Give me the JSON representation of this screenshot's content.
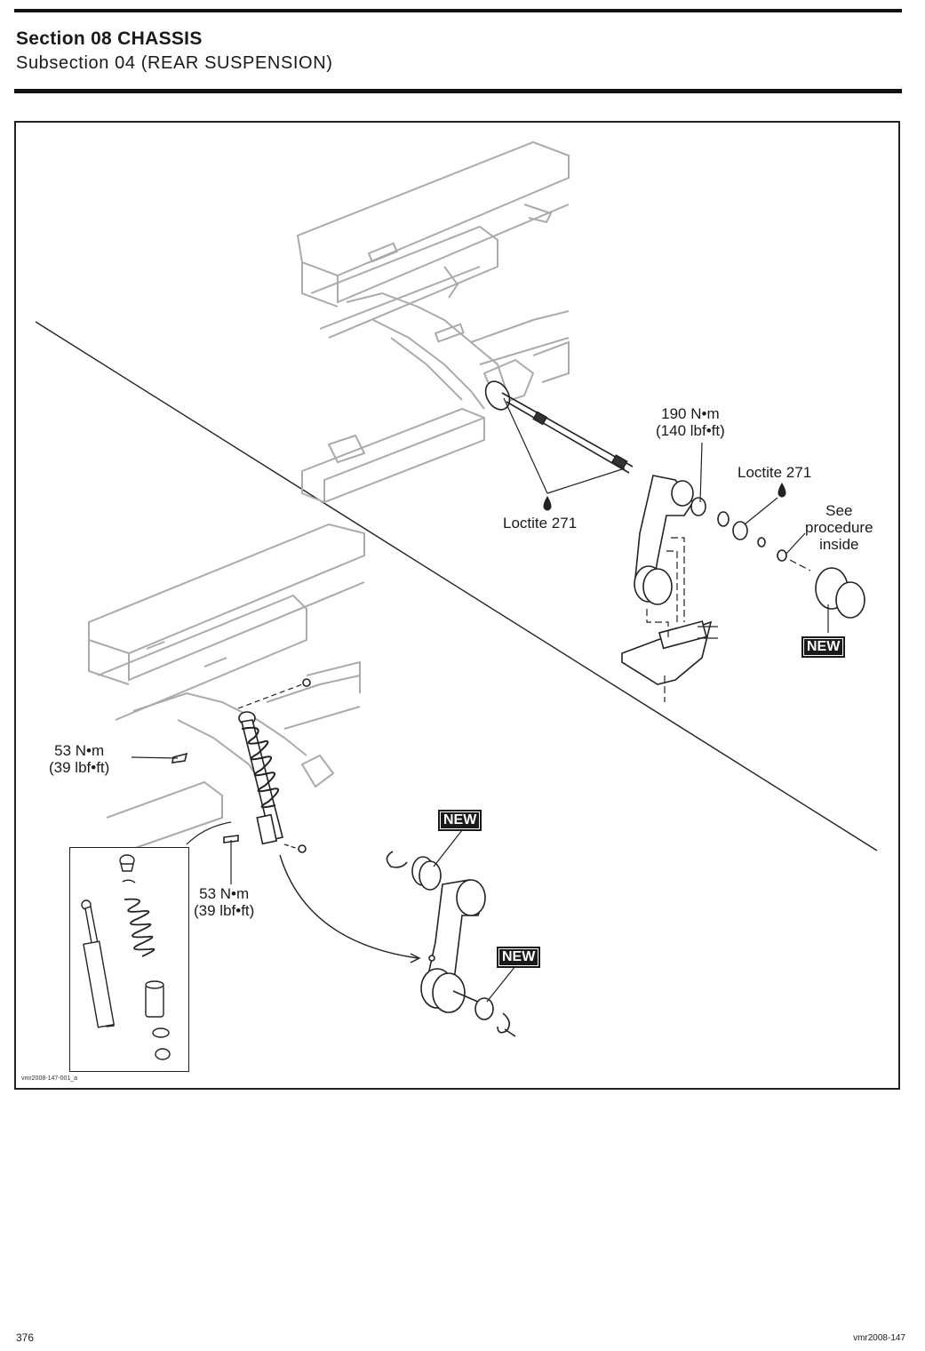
{
  "header": {
    "section": "Section 08 CHASSIS",
    "subsection": "Subsection 04 (REAR SUSPENSION)"
  },
  "figure": {
    "torque_upper_nm": "190 N•m",
    "torque_upper_lbf": "(140 lbf•ft)",
    "loctite_right": "Loctite 271",
    "loctite_left": "Loctite 271",
    "see_procedure_line1": "See",
    "see_procedure_line2": "procedure",
    "see_procedure_line3": "inside",
    "new_badge_1": "NEW",
    "new_badge_2": "NEW",
    "new_badge_3": "NEW",
    "torque_shock_upper_nm": "53 N•m",
    "torque_shock_upper_lbf": "(39 lbf•ft)",
    "torque_shock_lower_nm": "53 N•m",
    "torque_shock_lower_lbf": "(39 lbf•ft)",
    "image_id": "vmr2008-147-001_a"
  },
  "footer": {
    "page_number": "376",
    "doc_code": "vmr2008-147"
  }
}
